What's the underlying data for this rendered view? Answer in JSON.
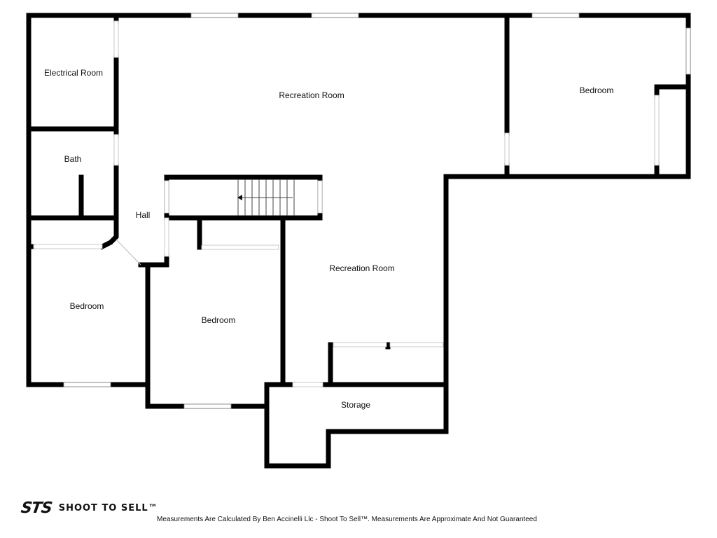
{
  "rooms": {
    "electrical_room": "Electrical Room",
    "recreation_room_top": "Recreation Room",
    "bedroom_right": "Bedroom",
    "bath": "Bath",
    "hall": "Hall",
    "recreation_room_center": "Recreation Room",
    "bedroom_left": "Bedroom",
    "bedroom_middle": "Bedroom",
    "storage": "Storage"
  },
  "brand": {
    "logo": "STS",
    "name": "SHOOT TO SELL™"
  },
  "footer": {
    "disclaimer": "Measurements Are Calculated By Ben Accinelli Llc - Shoot To Sell™. Measurements Are Approximate And Not Guaranteed"
  },
  "colors": {
    "wall": "#000000",
    "window": "#ffffff",
    "background": "#ffffff"
  }
}
